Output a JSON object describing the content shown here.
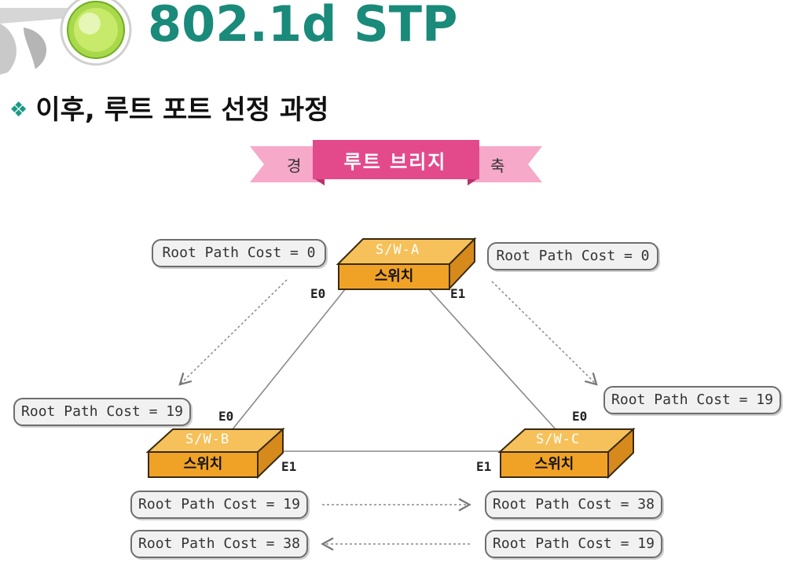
{
  "page": {
    "title": "802.1d STP",
    "subtitle_bullet": "❖",
    "subtitle": "이후, 루트 포트 선정 과정"
  },
  "banner": {
    "left": "경",
    "center": "루트 브리지",
    "right": "축",
    "colors": {
      "ribbon": "#f6a9c9",
      "center": "#e34a8c"
    }
  },
  "switches": [
    {
      "id": "A",
      "top_label": "S/W-A",
      "front_label": "스위치"
    },
    {
      "id": "B",
      "top_label": "S/W-B",
      "front_label": "스위치"
    },
    {
      "id": "C",
      "top_label": "S/W-C",
      "front_label": "스위치"
    }
  ],
  "ports": {
    "a_e0": "E0",
    "a_e1": "E1",
    "b_e0": "E0",
    "b_e1": "E1",
    "c_e0": "E0",
    "c_e1": "E1"
  },
  "costs": {
    "a_left": "Root Path Cost = 0",
    "a_right": "Root Path Cost = 0",
    "b_side": "Root Path Cost = 19",
    "c_side": "Root Path Cost = 19",
    "b_row1": "Root Path Cost = 19",
    "c_row1": "Root Path Cost = 38",
    "b_row2": "Root Path Cost = 38",
    "c_row2": "Root Path Cost = 19"
  },
  "colors": {
    "title": "#1a8a7a",
    "switch_front": "#f0a227",
    "switch_top": "#f6c15a",
    "switch_side": "#d68a1c",
    "pill_border": "#6e6e6e"
  }
}
